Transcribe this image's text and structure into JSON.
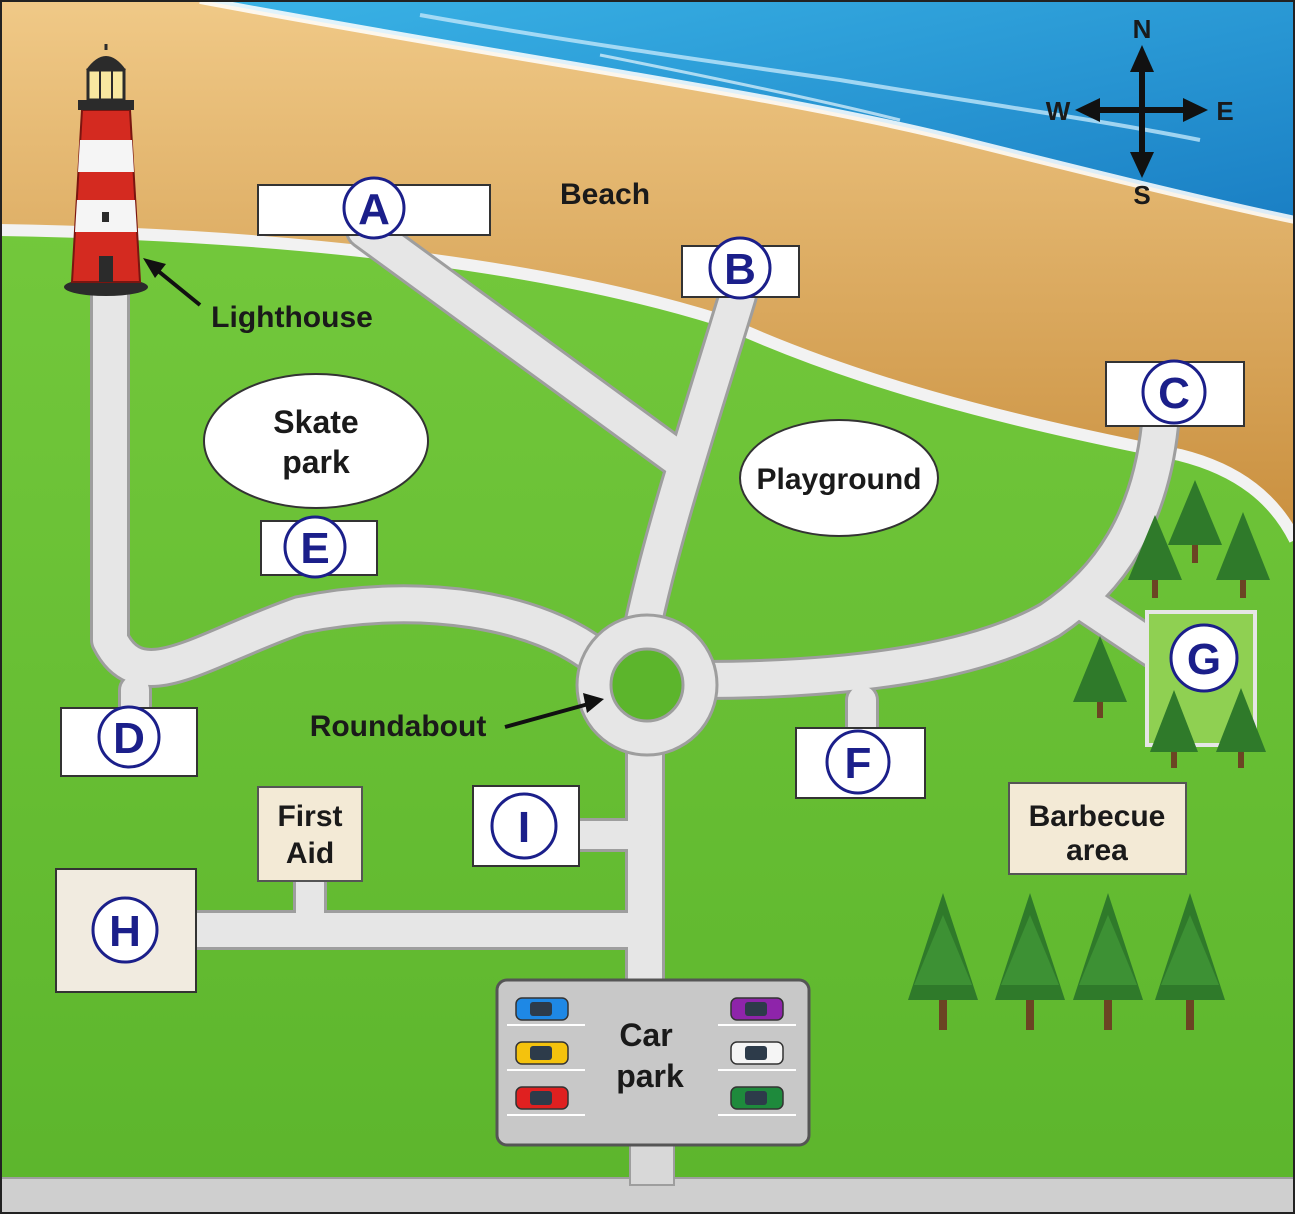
{
  "compass": {
    "n": "N",
    "s": "S",
    "e": "E",
    "w": "W"
  },
  "places": {
    "beach": "Beach",
    "lighthouse": "Lighthouse",
    "skate_park_line1": "Skate",
    "skate_park_line2": "park",
    "playground": "Playground",
    "roundabout": "Roundabout",
    "first_aid_line1": "First",
    "first_aid_line2": "Aid",
    "barbecue_line1": "Barbecue",
    "barbecue_line2": "area",
    "car_park_line1": "Car",
    "car_park_line2": "park"
  },
  "markers": {
    "a": "A",
    "b": "B",
    "c": "C",
    "d": "D",
    "e": "E",
    "f": "F",
    "g": "G",
    "h": "H",
    "i": "I"
  },
  "colors": {
    "sea": "#2a9fd8",
    "sand": "#e6b96a",
    "grass": "#6cc437",
    "road": "#e6e6e6",
    "marker_ink": "#1b1f8a",
    "lighthouse_red": "#d42a20"
  },
  "car_colors": [
    "#1e88e5",
    "#f4c20d",
    "#e02020",
    "#8e24aa",
    "#f5f5f5",
    "#1e8a3c"
  ]
}
